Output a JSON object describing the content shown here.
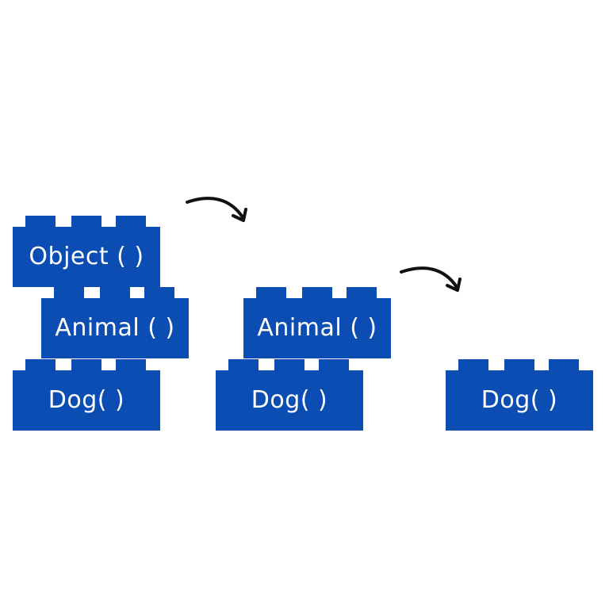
{
  "colors": {
    "brick": "#0B4DB3",
    "arrow": "#111111",
    "text": "#ffffff",
    "background": "#ffffff"
  },
  "stacks": [
    {
      "bricks": [
        {
          "label": "Object ( )"
        },
        {
          "label": "Animal ( )"
        },
        {
          "label": "Dog( )"
        }
      ]
    },
    {
      "bricks": [
        {
          "label": "Animal ( )"
        },
        {
          "label": "Dog( )"
        }
      ]
    },
    {
      "bricks": [
        {
          "label": "Dog( )"
        }
      ]
    }
  ],
  "arrows": [
    {
      "icon": "curved-arrow-right-icon"
    },
    {
      "icon": "curved-arrow-right-icon"
    }
  ]
}
